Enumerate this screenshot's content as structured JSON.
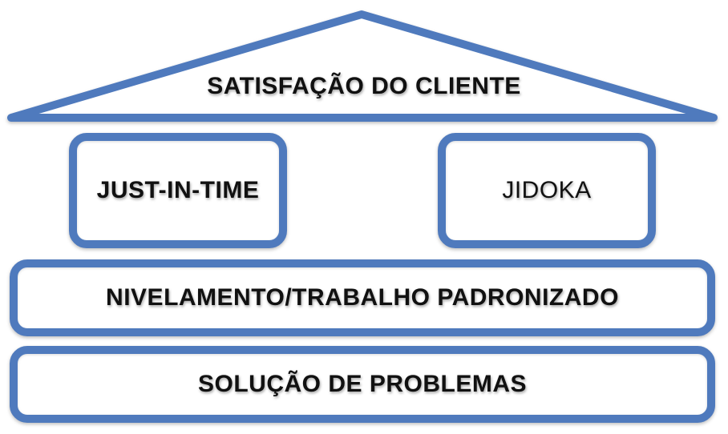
{
  "colors": {
    "stroke": "#4f7abd",
    "text": "#111111",
    "fill": "#ffffff"
  },
  "roof": {
    "label": "SATISFAÇÃO DO CLIENTE"
  },
  "pillars": [
    {
      "label": "JUST-IN-TIME"
    },
    {
      "label": "JIDOKA"
    }
  ],
  "foundation": [
    {
      "label": "NIVELAMENTO/TRABALHO PADRONIZADO"
    },
    {
      "label": "SOLUÇÃO DE PROBLEMAS"
    }
  ]
}
